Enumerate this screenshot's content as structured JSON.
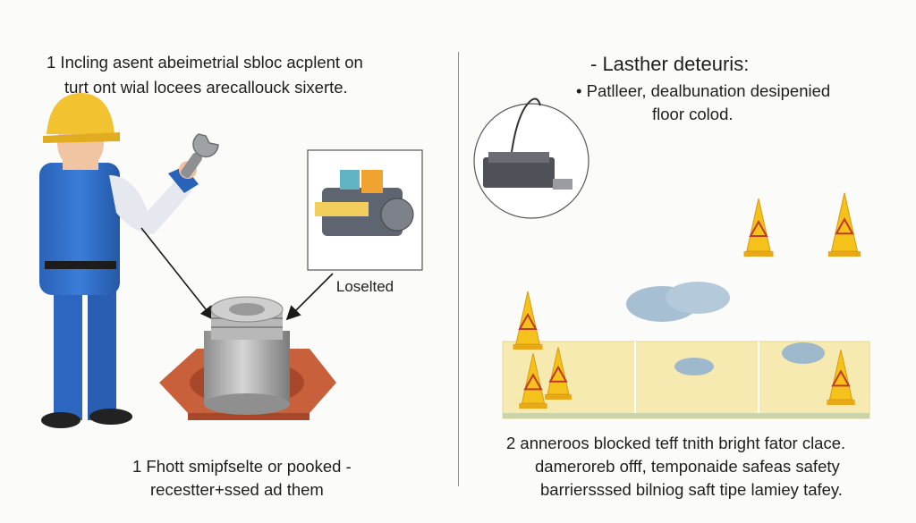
{
  "left_panel": {
    "title_line1": "1 Incling asent abeimetrial sbloc acplent on",
    "title_line2": "turt ont wial locees arecallouck sixerte.",
    "inset_label": "Loselted",
    "caption_line1": "1 Fhott smipfselte or pooked -",
    "caption_line2": "recestter+ssed ad them"
  },
  "right_panel": {
    "heading": "- Lasther deteuris:",
    "bullet_line1": "• Patlleer, dealbunation desipenied",
    "bullet_line2": "floor colod.",
    "caption_line1": "2 anneroos blocked teff tnith bright fator clace.",
    "caption_line2": "dameroreb offf, temponaide safeas safety",
    "caption_line3": "barriersssed bilniog saft tipe lamiey tafey."
  },
  "colors": {
    "helmet": "#f2c230",
    "coverall": "#2f6cc4",
    "flange": "#c9603c",
    "cone": "#f5c21c",
    "spill": "#9fb9cc",
    "barrier": "#f7eab0"
  }
}
